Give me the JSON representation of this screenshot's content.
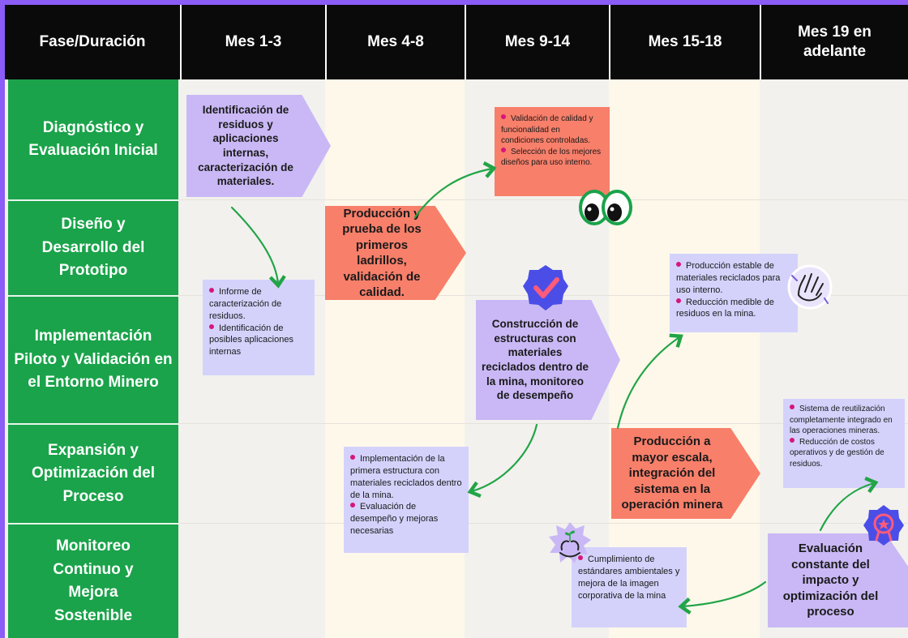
{
  "header": {
    "col0": "Fase/Duración",
    "col1": "Mes 1-3",
    "col2": "Mes 4-8",
    "col3": "Mes 9-14",
    "col4": "Mes 15-18",
    "col5": "Mes 19 en adelante"
  },
  "phases": [
    "Diagnóstico y Evaluación Inicial",
    "Diseño y Desarrollo del Prototipo",
    "Implementación Piloto y Validación en el Entorno Minero",
    "Expansión y Optimización del Proceso",
    "Monitoreo Continuo y Mejora Sostenible"
  ],
  "boxes": {
    "identificacion": "Identificación de residuos y aplicaciones internas, caracterización de materiales.",
    "produccion_prueba": "Producción y prueba de los primeros ladrillos, validación de calidad.",
    "construccion": "Construcción de estructuras con materiales reciclados dentro de la mina, monitoreo de desempeño",
    "produccion_mayor": "Producción a mayor escala, integración del sistema en la operación minera",
    "evaluacion": "Evaluación constante del impacto y optimización del proceso"
  },
  "notes": {
    "validacion_1": "Validación de calidad y funcionalidad en condiciones controladas.",
    "validacion_2": "Selección de los mejores diseños para uso interno.",
    "informe_1": "Informe de caracterización de residuos.",
    "informe_2": "Identificación de posibles aplicaciones internas",
    "estable_1": "Producción estable de materiales reciclados para uso interno.",
    "estable_2": "Reducción medible de residuos en la mina.",
    "implementacion_1": "Implementación de la primera estructura con materiales reciclados dentro de la mina.",
    "implementacion_2": "Evaluación de desempeño y mejoras necesarias",
    "sistema_1": "Sistema de reutilización completamente integrado en las operaciones mineras.",
    "sistema_2": "Reducción de costos operativos y de gestión de residuos.",
    "cumplimiento_1": "Cumplimiento de estándares ambientales y mejora de la imagen corporativa de la mina"
  },
  "colors": {
    "header_bg": "#0a0a0a",
    "phase_green": "#1aa34a",
    "purple_box": "#c9b8f5",
    "salmon_box": "#f87f6a",
    "lavender_note": "#d4d2fb",
    "arrow_green": "#22a447",
    "bullet_magenta": "#d6167a",
    "frame_purple": "#8b5cf6"
  },
  "stickers": [
    "eyes-icon",
    "checkmark-badge-icon",
    "waving-hand-icon",
    "award-badge-icon",
    "hands-plant-icon"
  ]
}
